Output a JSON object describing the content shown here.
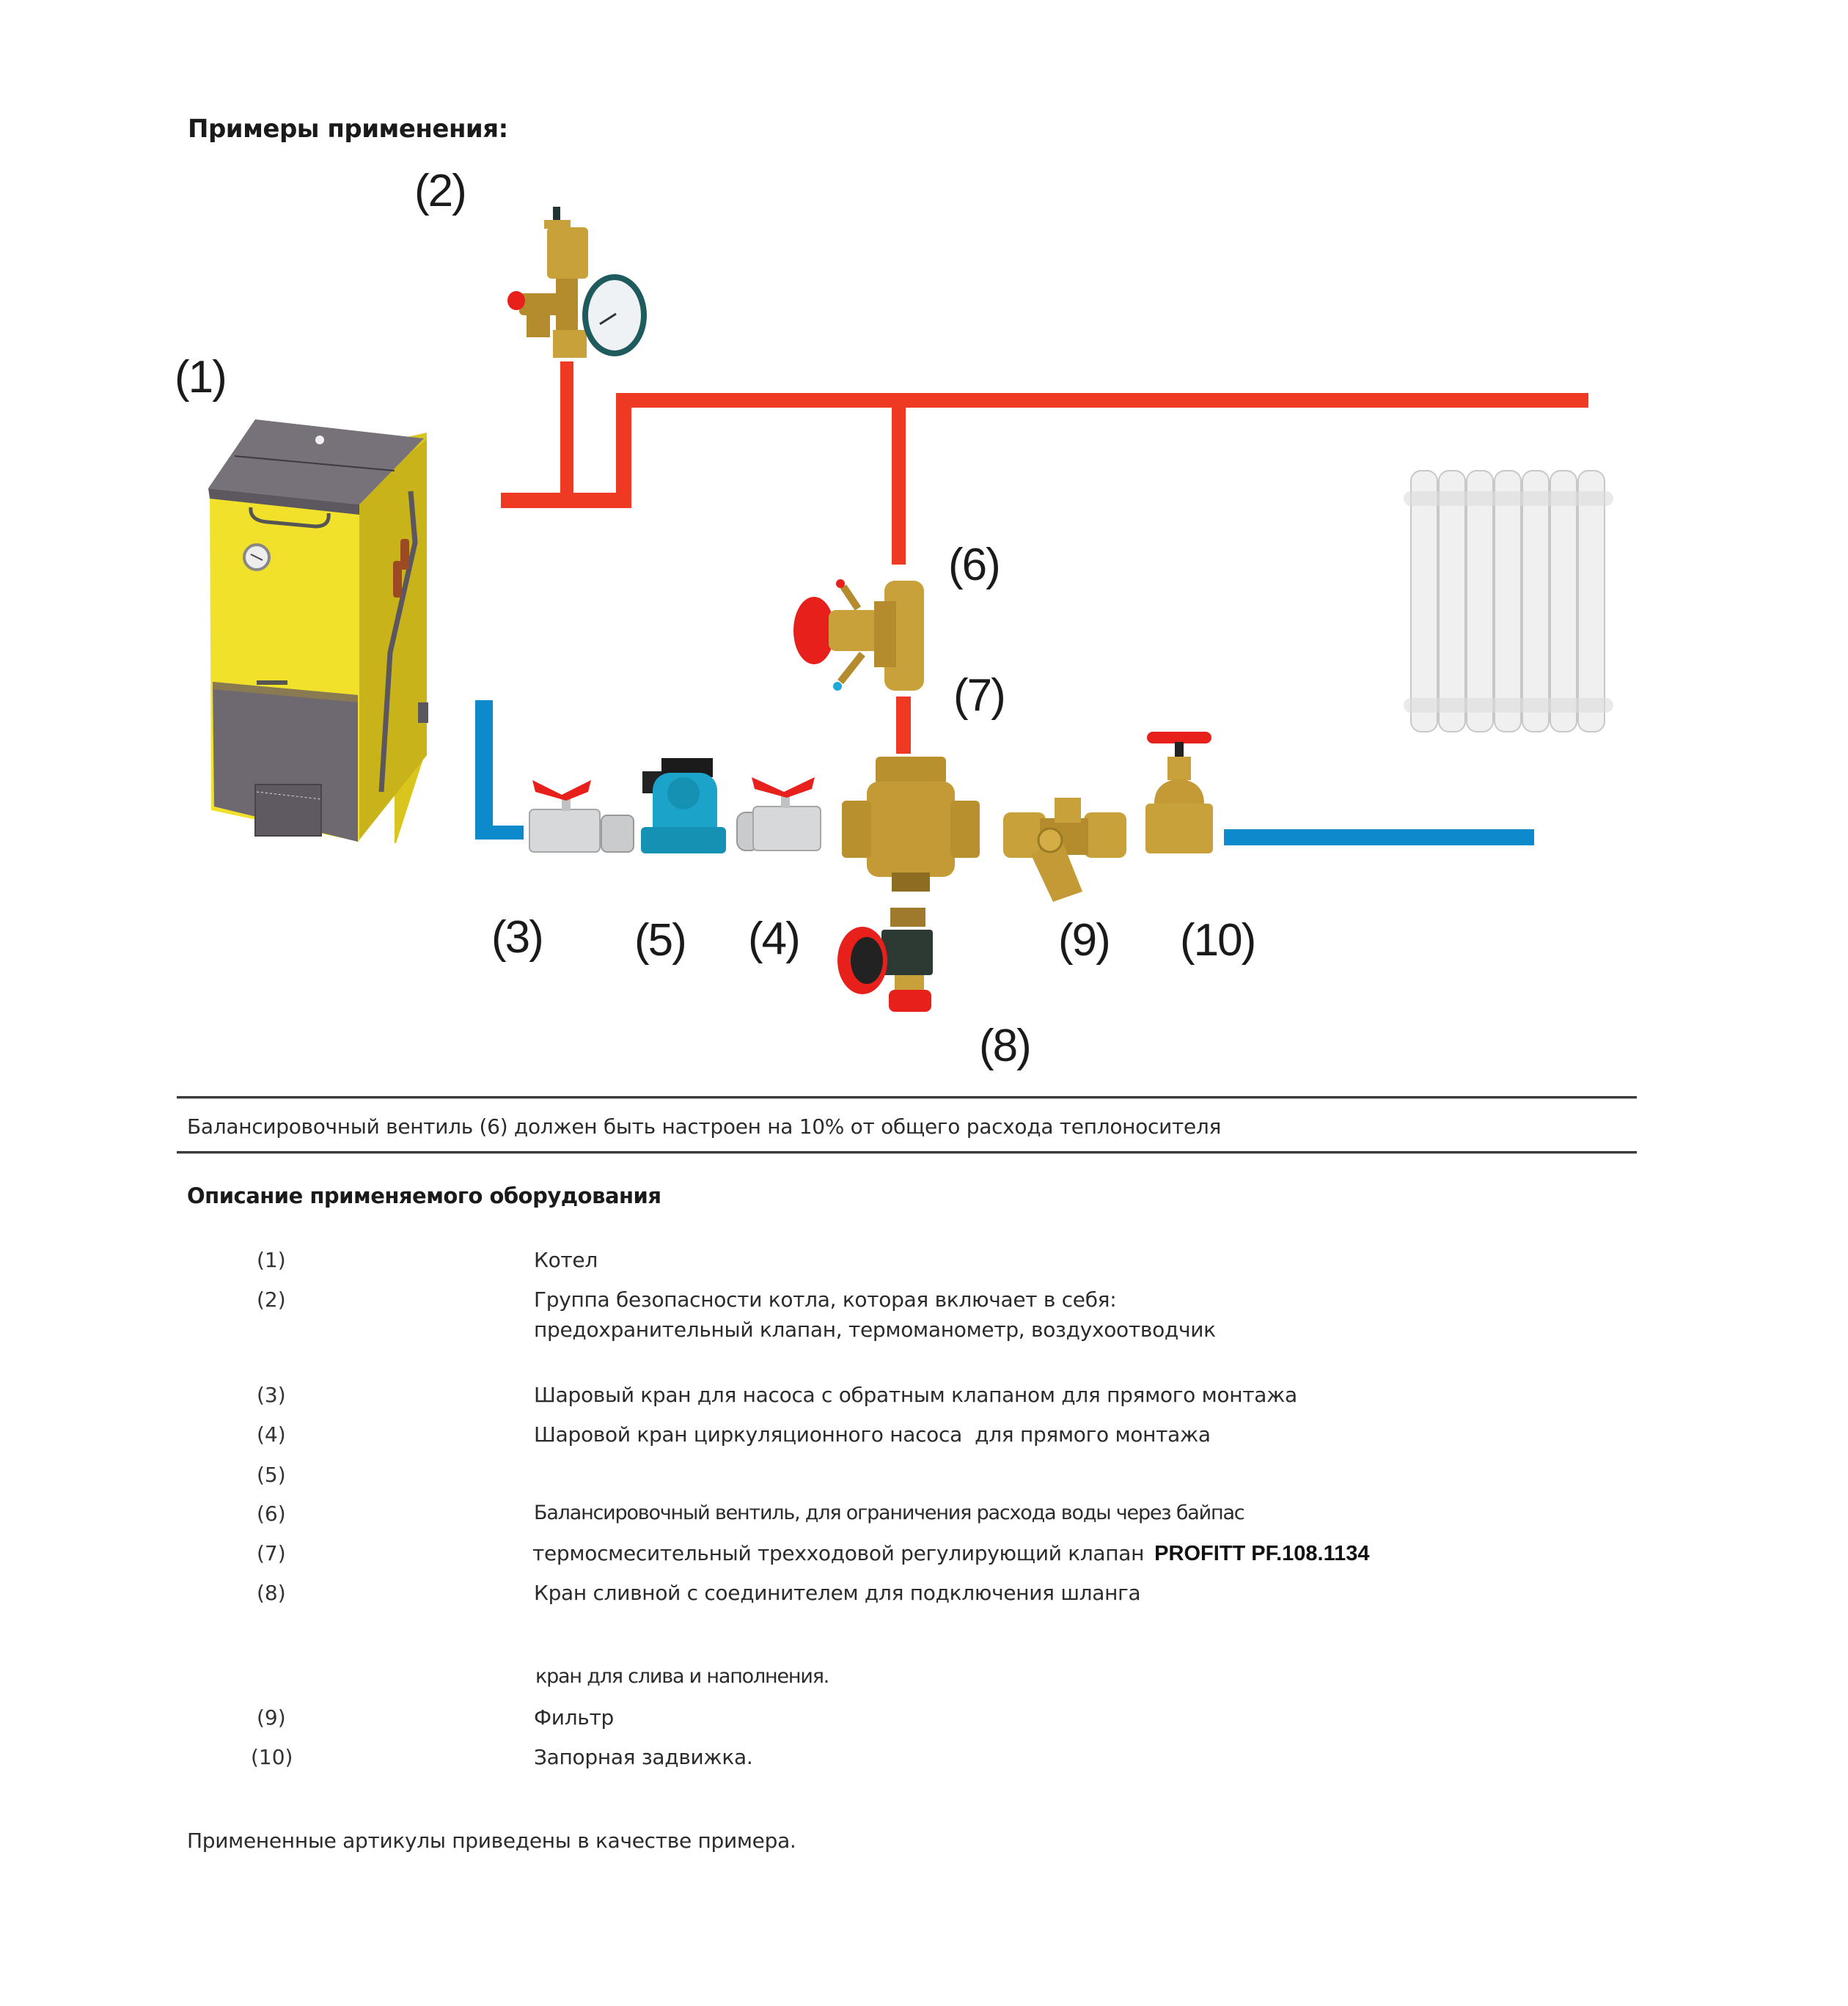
{
  "heading": "Примеры применения:",
  "diagram": {
    "callouts": {
      "c1": "(1)",
      "c2": "(2)",
      "c3": "(3)",
      "c4": "(4)",
      "c5": "(5)",
      "c6": "(6)",
      "c7": "(7)",
      "c8": "(8)",
      "c9": "(9)",
      "c10": "(10)"
    },
    "components": [
      {
        "id": 1,
        "name": "boiler"
      },
      {
        "id": 2,
        "name": "safety-group"
      },
      {
        "id": 3,
        "name": "ball-valve-check"
      },
      {
        "id": 4,
        "name": "ball-valve-pump"
      },
      {
        "id": 5,
        "name": "circulation-pump"
      },
      {
        "id": 6,
        "name": "balancing-valve"
      },
      {
        "id": 7,
        "name": "three-way-mixing-valve"
      },
      {
        "id": 8,
        "name": "drain-valve"
      },
      {
        "id": 9,
        "name": "filter"
      },
      {
        "id": 10,
        "name": "gate-valve"
      },
      {
        "id": null,
        "name": "radiator"
      }
    ],
    "colors": {
      "supply_pipe": "#ee3a23",
      "return_pipe": "#0c8acb",
      "boiler_body": "#f2e12a",
      "boiler_steel": "#6e6871",
      "brass": "#c9a13a",
      "handle_red": "#e8201c",
      "pump_body": "#1ba3c9",
      "radiator": "#eeeeee"
    }
  },
  "note": "Балансировочный вентиль (6) должен быть настроен на 10% от общего расхода теплоносителя",
  "section_title": "Описание применяемого оборудования",
  "items": [
    {
      "num": "(1)",
      "desc": "Котел"
    },
    {
      "num": "(2)",
      "desc": "Группа безопасности котла, которая включает в себя:",
      "desc2": "предохранительный клапан, термоманометр, воздухоотводчик"
    },
    {
      "num": "(3)",
      "desc": "Шаровый кран для насоса с обратным клапаном для прямого монтажа"
    },
    {
      "num": "(4)",
      "desc": "Шаровой кран циркуляционного насоса  для прямого монтажа"
    },
    {
      "num": "(5)",
      "desc": ""
    },
    {
      "num": "(6)",
      "desc": "Балансировочный вентиль, для ограничения расхода воды через байпас"
    },
    {
      "num": "(7)",
      "desc": "термосмесительный трехходовой регулирующий клапан",
      "brand": "PROFITT PF.108.1134"
    },
    {
      "num": "(8)",
      "desc": "Кран сливной с соединителем для подключения шланга",
      "desc2": "кран для слива и наполнения."
    },
    {
      "num": "(9)",
      "desc": "Фильтр"
    },
    {
      "num": "(10)",
      "desc": "Запорная задвижка."
    }
  ],
  "footer": "Примененные артикулы приведены в качестве примера."
}
